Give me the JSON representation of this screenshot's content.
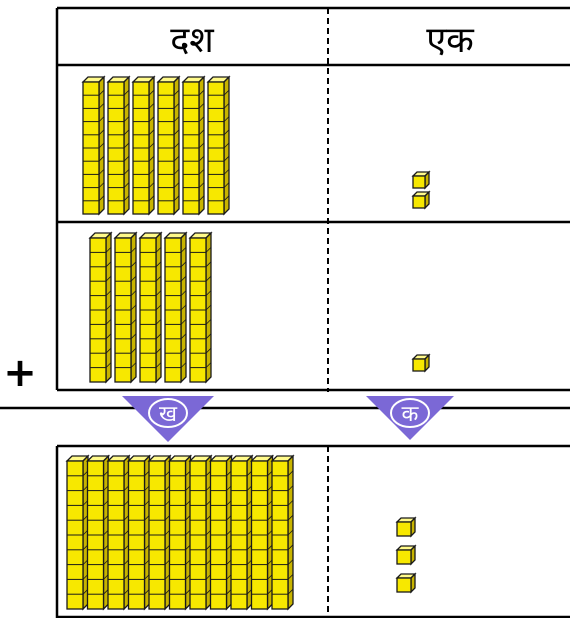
{
  "headers": {
    "tens": "दश",
    "ones": "एक"
  },
  "operator": "+",
  "badges": {
    "tens_carry": "ख",
    "ones_carry": "क"
  },
  "colors": {
    "cube_front": "#f7e800",
    "cube_top": "#fffa8a",
    "cube_side": "#c8b400",
    "arrow": "#7b68d6",
    "line": "#000000"
  },
  "rows": [
    {
      "name": "addend-1",
      "tens": 6,
      "ones": 2
    },
    {
      "name": "addend-2",
      "tens": 5,
      "ones": 1
    },
    {
      "name": "sum",
      "tens": 11,
      "ones": 3
    }
  ],
  "rod_cubes": 10
}
